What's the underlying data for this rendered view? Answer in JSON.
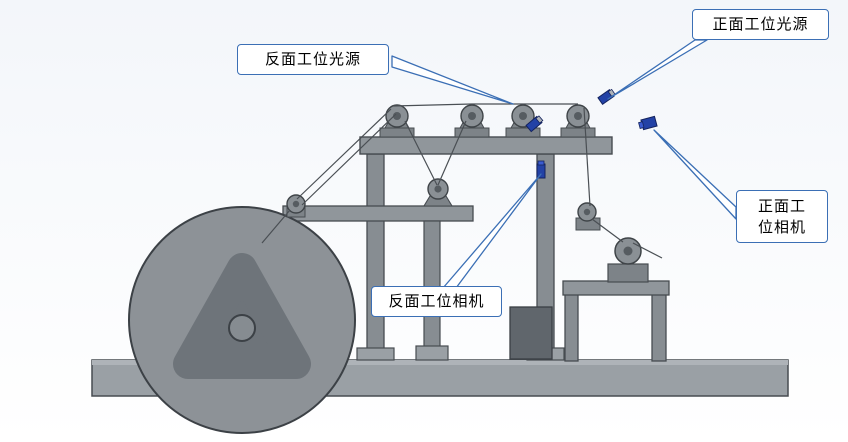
{
  "figure": {
    "callouts": {
      "back_light": {
        "label": "反面工位光源"
      },
      "front_light": {
        "label": "正面工位光源"
      },
      "front_camera": {
        "line1": "正面工",
        "line2": "位相机"
      },
      "back_camera": {
        "label": "反面工位相机"
      }
    },
    "colors": {
      "callout_border": "#3b6fb5",
      "leader_fill": "#ffffff",
      "device_blue": "#2342a6",
      "machine_gray": "#8d9297",
      "machine_outline": "#3f4448"
    }
  }
}
